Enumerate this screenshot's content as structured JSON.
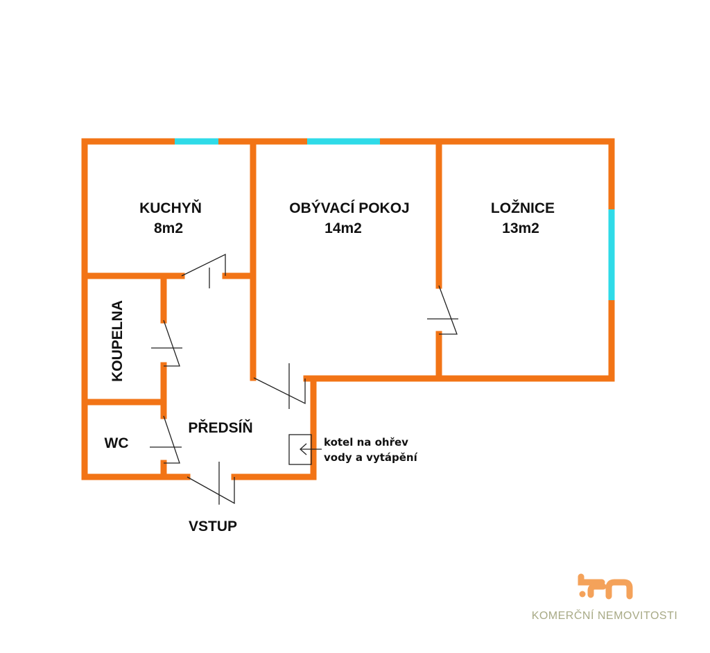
{
  "rooms": {
    "kitchen": {
      "name": "KUCHYŇ",
      "area": "8m2"
    },
    "living": {
      "name": "OBÝVACÍ POKOJ",
      "area": "14m2"
    },
    "bedroom": {
      "name": "LOŽNICE",
      "area": "13m2"
    },
    "bathroom": {
      "name": "KOUPELNA"
    },
    "wc": {
      "name": "WC"
    },
    "hall": {
      "name": "PŘEDSÍŇ"
    }
  },
  "boiler_note": {
    "line1": "kotel na ohřev",
    "line2": "vody a vytápění"
  },
  "entrance": "VSTUP",
  "brand": {
    "name": "KOMERČNÍ NEMOVITOSTI",
    "logo_text": "kn"
  },
  "colors": {
    "wall": "#f27416",
    "window": "#2fdbe8",
    "logo": "#f4a25a"
  }
}
